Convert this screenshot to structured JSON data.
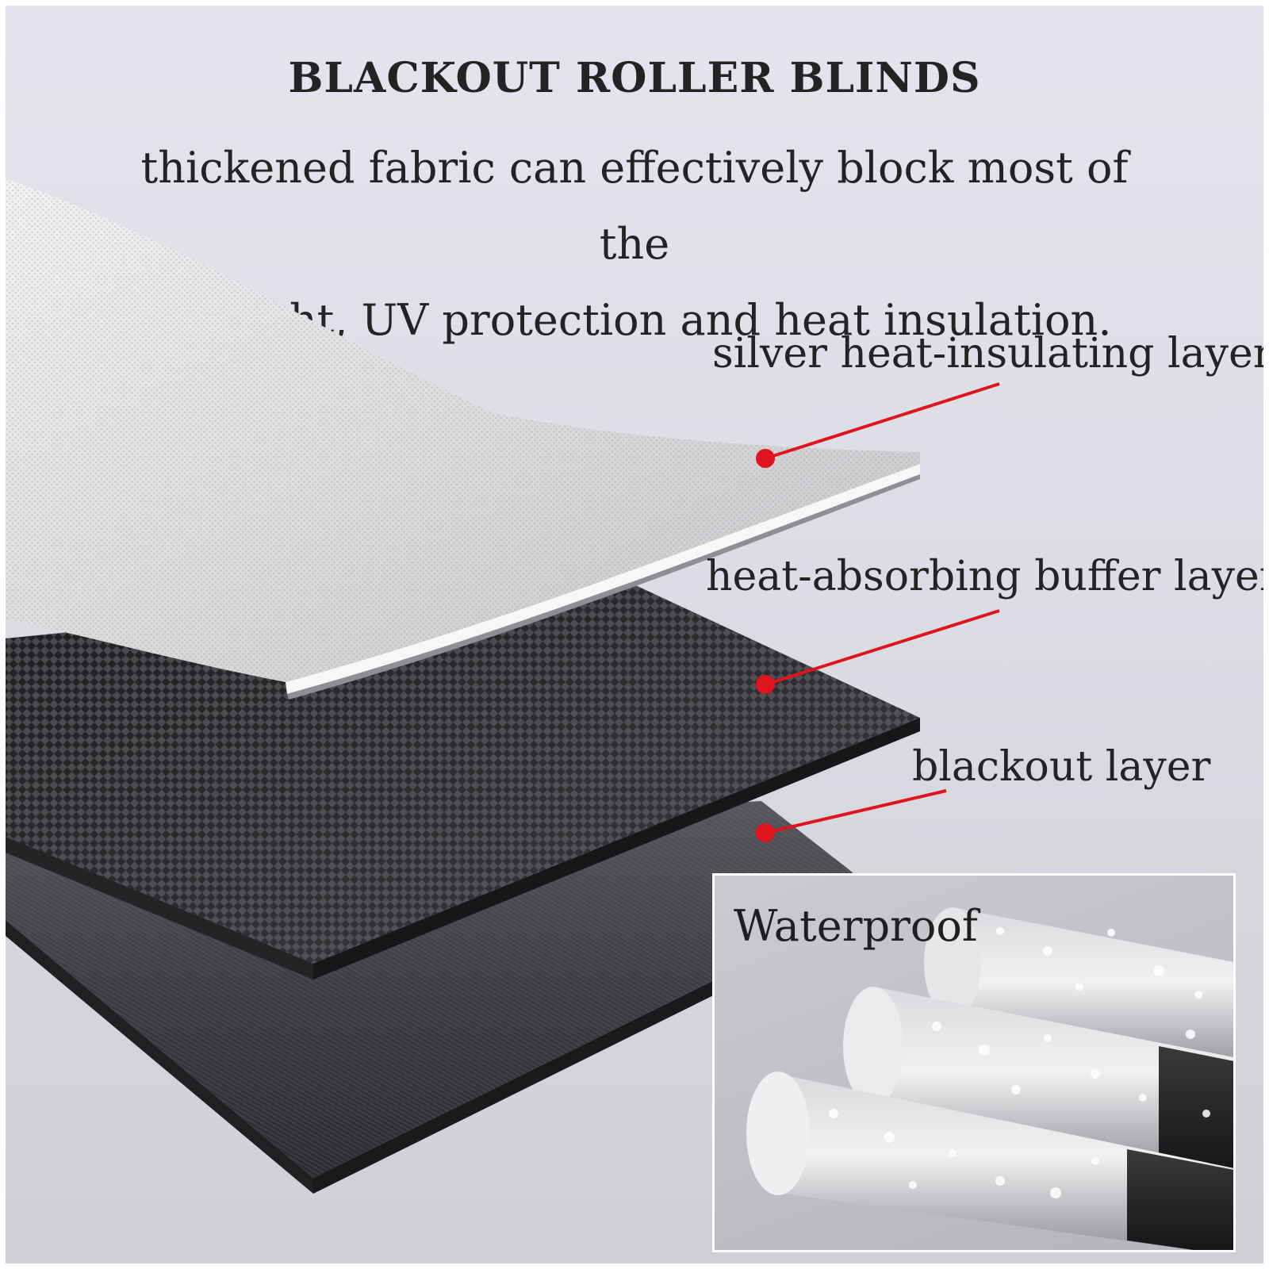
{
  "header": {
    "title": "BLACKOUT ROLLER BLINDS",
    "subtitle_lines": [
      "thickened fabric can effectively block most of the",
      "sunlight, UV protection and heat insulation."
    ]
  },
  "callouts": [
    {
      "label": "silver heat-insulating layer"
    },
    {
      "label": "heat-absorbing buffer layer"
    },
    {
      "label": "blackout layer"
    }
  ],
  "inset": {
    "label": "Waterproof"
  },
  "colors": {
    "pointer": "#e0141e",
    "text": "#232323",
    "silver_layer": "#dcdcdc",
    "buffer_layer": "#2c2c2e",
    "blackout_layer": "#3a3b40"
  }
}
